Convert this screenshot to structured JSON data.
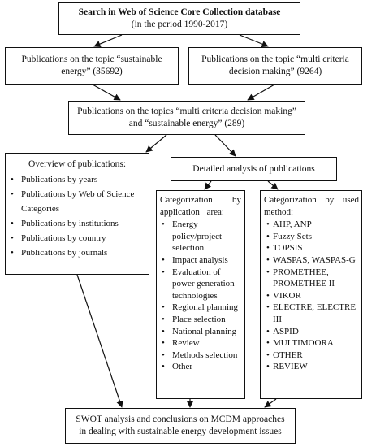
{
  "boxes": {
    "search": {
      "title": "Search in Web of Science Core Collection database",
      "subtitle": "(in the period 1990-2017)"
    },
    "sustainable": "Publications on the topic “sustainable energy” (35692)",
    "mcdm": "Publications on the topic “multi criteria decision making” (9264)",
    "both": "Publications on the topics “multi criteria decision making” and “sustainable energy” (289)",
    "overview": {
      "title": "Overview of publications:",
      "items": [
        "Publications by years",
        "Publications by Web of Science Categories",
        "Publications by institutions",
        "Publications by country",
        "Publications by journals"
      ]
    },
    "detailed": "Detailed analysis of publications",
    "application": {
      "title": "Categorization by application area:",
      "items": [
        "Energy policy/project selection",
        "Impact analysis",
        "Evaluation of power generation technologies",
        "Regional planning",
        "Place selection",
        "National planning",
        "Review",
        "Methods selection",
        "Other"
      ]
    },
    "method": {
      "title": "Categorization by used method:",
      "items": [
        "AHP, ANP",
        "Fuzzy Sets",
        "TOPSIS",
        "WASPAS, WASPAS-G",
        "PROMETHEE, PROMETHEE II",
        "VIKOR",
        "ELECTRE, ELECTRE III",
        "ASPID",
        "MULTIMOORA",
        "OTHER",
        "REVIEW"
      ]
    },
    "swot": "SWOT analysis and conclusions on MCDM approaches in dealing with sustainable energy development issues"
  }
}
